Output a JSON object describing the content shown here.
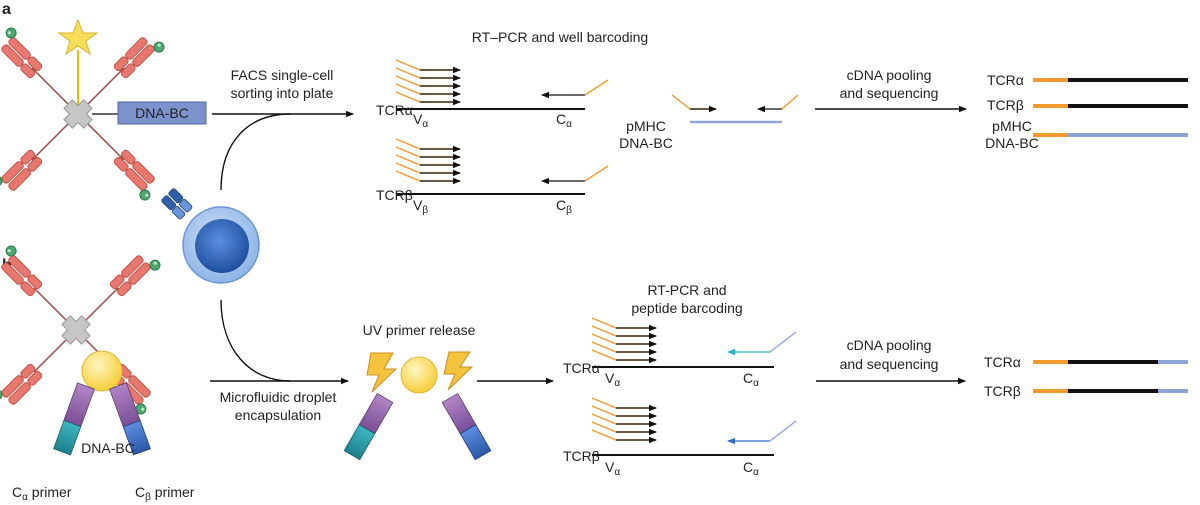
{
  "panels": {
    "a": "a",
    "b": "b"
  },
  "labels": {
    "dna_bc": "DNA-BC",
    "facs_l1": "FACS single-cell",
    "facs_l2": "sorting into plate",
    "rtpcr_well": "RT–PCR and well barcoding",
    "tcr_prefix": "TCR",
    "alpha": "α",
    "beta": "β",
    "V": "V",
    "C": "C",
    "pmhc": "pMHC",
    "pmhc_dnabc": "DNA-BC",
    "cdna_l1": "cDNA pooling",
    "cdna_l2": "and sequencing",
    "microfluidic_l1": "Microfluidic droplet",
    "microfluidic_l2": "encapsulation",
    "uv_release": "UV primer release",
    "rtpcr_pep_l1": "RT-PCR and",
    "rtpcr_pep_l2": "peptide barcoding",
    "b_dnabc": "DNA-BC",
    "primer": "primer"
  },
  "colors": {
    "orange": "#f29a2e",
    "black": "#111111",
    "blue_seq": "#8fa3db",
    "pmhc_red": "#e8786d",
    "pmhc_red_dark": "#c2544c",
    "peptide_green": "#4fa870",
    "cross_gray": "#bfbfbf",
    "star_yellow": "#f8dd5a",
    "dnabc_box": "#7c92cc",
    "cell_blue": "#3b74c7",
    "tcr_blue": "#2f5fa8",
    "bead_yellow": "#fde067",
    "primer_purple": "#8e63a9",
    "primer_teal": "#2e9aa6",
    "primer_blue": "#3b6bc2",
    "teal_arrow": "#25b3c3",
    "blue_arrow": "#2f6fc0"
  }
}
